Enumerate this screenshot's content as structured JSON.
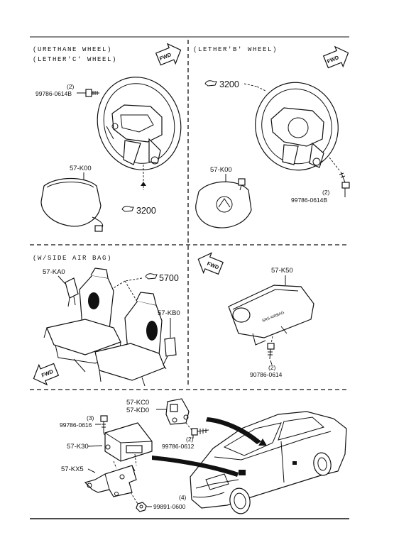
{
  "sections": {
    "steering_urethane": {
      "heading_1": "(URETHANE WHEEL)",
      "heading_2": "(LETHER'C' WHEEL)",
      "fwd": "FWD",
      "bolt_qty": "(2)",
      "bolt_part": "99786-0614B",
      "module_part": "57-K00",
      "wheel_ref": "3200"
    },
    "steering_lether_b": {
      "heading": "(LETHER'B' WHEEL)",
      "fwd": "FWD",
      "wheel_ref": "3200",
      "module_part": "57-K00",
      "bolt_qty": "(2)",
      "bolt_part": "99786-0614B"
    },
    "side_air_bag": {
      "heading": "(W/SIDE AIR BAG)",
      "left_part": "57-KA0",
      "right_part": "57-KB0",
      "seat_ref": "5700",
      "fwd": "FWD"
    },
    "passenger_bag": {
      "fwd": "FWD",
      "module_part": "57-K50",
      "bolt_qty": "(2)",
      "bolt_part": "90786-0614"
    },
    "control_unit": {
      "sensor_part_1": "57-KC0",
      "sensor_part_2": "57-KD0",
      "sensor_bolt_qty": "(2)",
      "sensor_bolt_part": "99786-0612",
      "unit_bolt_qty": "(3)",
      "unit_bolt_part": "99786-0616",
      "unit_part": "57-K30",
      "bracket_part": "57-KX5",
      "nut_qty": "(4)",
      "nut_part": "99891-0600"
    }
  }
}
